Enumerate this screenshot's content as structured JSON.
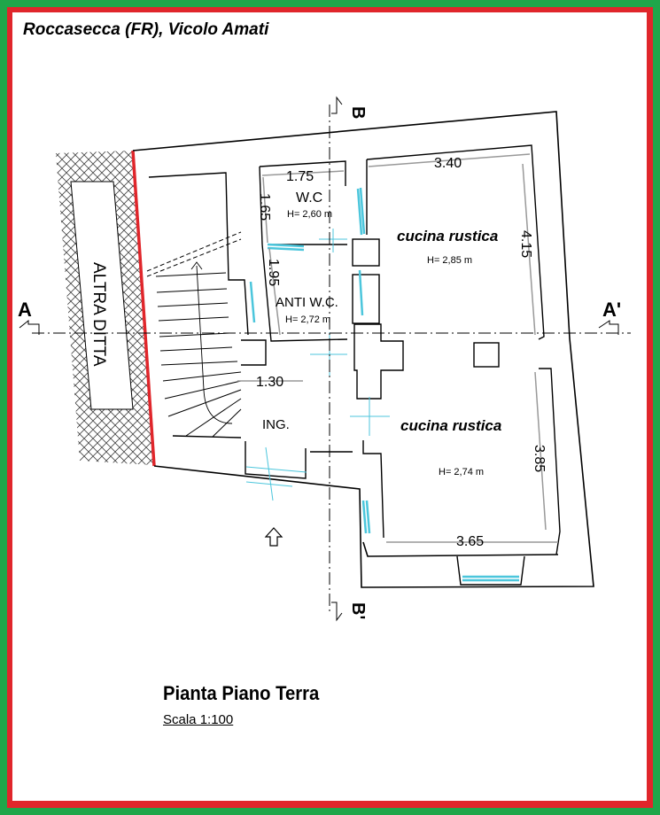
{
  "header": {
    "location": "Roccasecca (FR), Vicolo Amati"
  },
  "footer": {
    "title": "Pianta Piano Terra",
    "scale": "Scala 1:100"
  },
  "sections": {
    "a": "A",
    "a_prime": "A'",
    "b": "B",
    "b_prime": "B'"
  },
  "neighbor": {
    "label": "ALTRA DITTA"
  },
  "rooms": {
    "wc": {
      "name": "W.C",
      "height": "H= 2,60 m"
    },
    "anti_wc": {
      "name": "ANTI W.C.",
      "height": "H= 2,72 m"
    },
    "kitchen_north": {
      "name": "cucina rustica",
      "height": "H= 2,85 m"
    },
    "kitchen_south": {
      "name": "cucina rustica",
      "height": "H= 2,74 m"
    },
    "entrance": {
      "name": "ING."
    }
  },
  "dimensions": {
    "wc_width": "1.75",
    "wc_depth": "1.65",
    "anti_wc_depth": "1.95",
    "entry_width": "1.30",
    "kitchen_north_width": "3.40",
    "kitchen_north_depth": "4.15",
    "kitchen_south_depth": "3.85",
    "kitchen_south_width": "3.65"
  },
  "colors": {
    "frame_green": "#1fa64a",
    "frame_red": "#e0262b",
    "window_cyan": "#4cc6dc",
    "party_wall_red": "#e0262b"
  }
}
